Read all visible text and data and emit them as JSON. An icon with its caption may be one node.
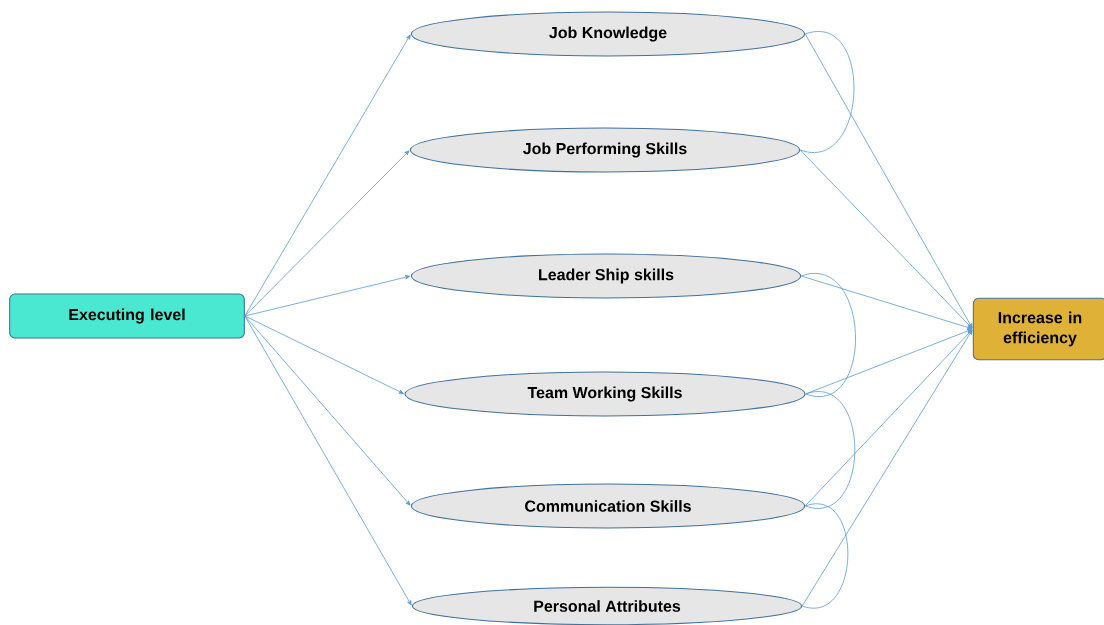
{
  "diagram": {
    "nodes": [
      {
        "text": [
          "Executing level"
        ]
      },
      {
        "text": [
          "Job Knowledge"
        ]
      },
      {
        "text": [
          "Job Performing Skills"
        ]
      },
      {
        "text": [
          "Leader Ship skills"
        ]
      },
      {
        "text": [
          "Team Working Skills"
        ]
      },
      {
        "text": [
          "Communication Skills"
        ]
      },
      {
        "text": [
          "Personal Attributes"
        ]
      },
      {
        "text": [
          "Increase in efficiency"
        ]
      }
    ],
    "edges": [
      {
        "from": 0,
        "to": 1,
        "arrow": "to"
      },
      {
        "from": 0,
        "to": 2,
        "arrow": "to"
      },
      {
        "from": 0,
        "to": 3,
        "arrow": "to"
      },
      {
        "from": 0,
        "to": 4,
        "arrow": "to"
      },
      {
        "from": 0,
        "to": 5,
        "arrow": "to"
      },
      {
        "from": 0,
        "to": 6,
        "arrow": "to"
      },
      {
        "from": 1,
        "to": 7,
        "arrow": "to"
      },
      {
        "from": 2,
        "to": 7,
        "arrow": "to"
      },
      {
        "from": 3,
        "to": 7,
        "arrow": "to"
      },
      {
        "from": 4,
        "to": 7,
        "arrow": "to"
      },
      {
        "from": 5,
        "to": 7,
        "arrow": "to"
      },
      {
        "from": 6,
        "to": 7,
        "arrow": "to"
      },
      {
        "from": 1,
        "to": 2,
        "arrow": "none"
      },
      {
        "from": 3,
        "to": 4,
        "arrow": "none"
      },
      {
        "from": 4,
        "to": 5,
        "arrow": "none"
      },
      {
        "from": 5,
        "to": 6,
        "arrow": "none"
      }
    ]
  }
}
